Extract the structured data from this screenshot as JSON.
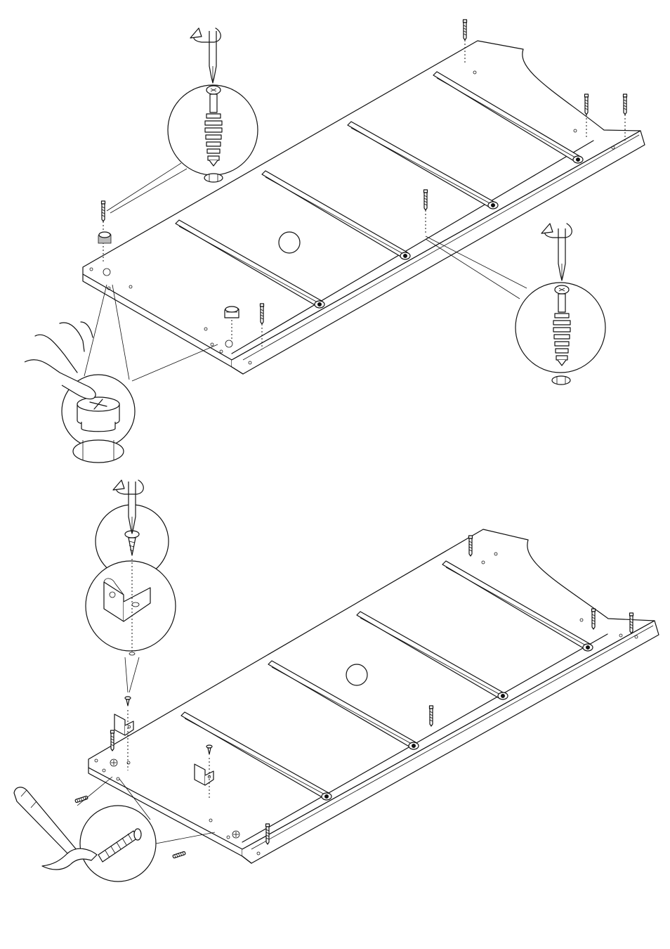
{
  "illustration": {
    "kind": "assembly-instruction-diagram",
    "steps": 2,
    "tools": [
      "screwdriver-icon",
      "hammer-icon"
    ],
    "hardware": [
      "cam-lock-bolt-icon",
      "cam-lock-icon",
      "wooden-dowel-icon",
      "angle-bracket-icon",
      "wood-screw-icon"
    ],
    "drawer_slides_per_panel": 4,
    "colors": {
      "line": "#111111",
      "paper": "#ffffff",
      "shade": "#bbbbbb"
    }
  }
}
